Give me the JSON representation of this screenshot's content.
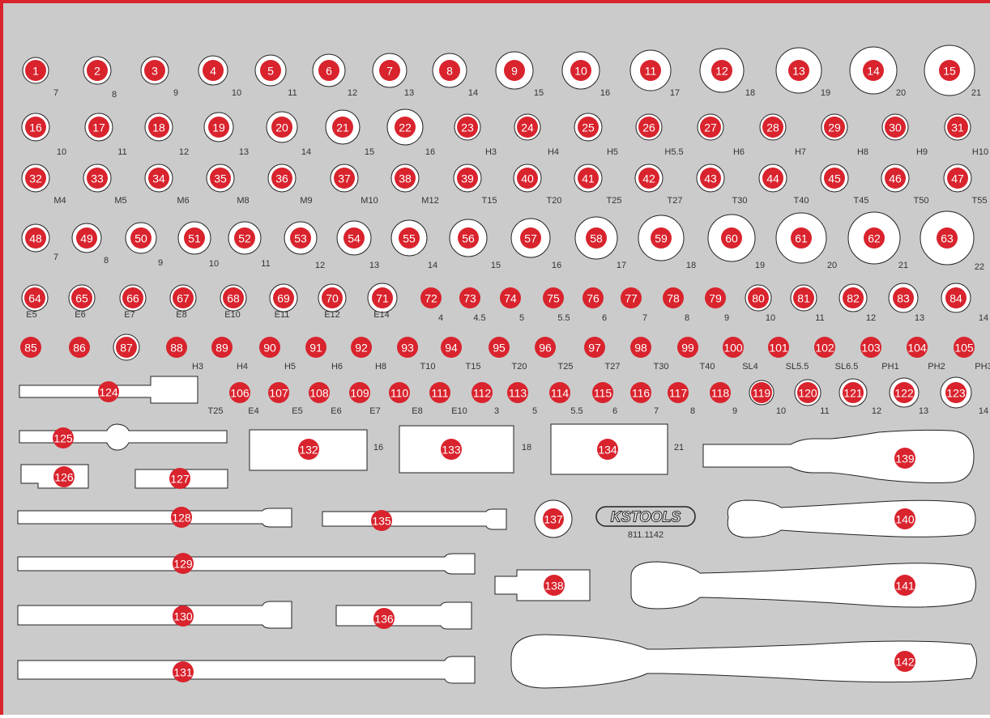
{
  "colors": {
    "tray": "#cbcbcb",
    "accent": "#d9232d",
    "cutout": "#ffffff"
  },
  "brand": {
    "logo_text": "KSTOOLS",
    "article_number": "811.1142"
  },
  "sockets": [
    {
      "n": "1",
      "size": "7"
    },
    {
      "n": "2",
      "size": "8"
    },
    {
      "n": "3",
      "size": "9"
    },
    {
      "n": "4",
      "size": "10"
    },
    {
      "n": "5",
      "size": "11"
    },
    {
      "n": "6",
      "size": "12"
    },
    {
      "n": "7",
      "size": "13"
    },
    {
      "n": "8",
      "size": "14"
    },
    {
      "n": "9",
      "size": "15"
    },
    {
      "n": "10",
      "size": "16"
    },
    {
      "n": "11",
      "size": "17"
    },
    {
      "n": "12",
      "size": "18"
    },
    {
      "n": "13",
      "size": "19"
    },
    {
      "n": "14",
      "size": "20"
    },
    {
      "n": "15",
      "size": "21"
    },
    {
      "n": "16",
      "size": "10"
    },
    {
      "n": "17",
      "size": "11"
    },
    {
      "n": "18",
      "size": "12"
    },
    {
      "n": "19",
      "size": "13"
    },
    {
      "n": "20",
      "size": "14"
    },
    {
      "n": "21",
      "size": "15"
    },
    {
      "n": "22",
      "size": "16"
    },
    {
      "n": "23",
      "size": "H3"
    },
    {
      "n": "24",
      "size": "H4"
    },
    {
      "n": "25",
      "size": "H5"
    },
    {
      "n": "26",
      "size": "H5.5"
    },
    {
      "n": "27",
      "size": "H6"
    },
    {
      "n": "28",
      "size": "H7"
    },
    {
      "n": "29",
      "size": "H8"
    },
    {
      "n": "30",
      "size": "H9"
    },
    {
      "n": "31",
      "size": "H10"
    },
    {
      "n": "32",
      "size": "M4"
    },
    {
      "n": "33",
      "size": "M5"
    },
    {
      "n": "34",
      "size": "M6"
    },
    {
      "n": "35",
      "size": "M8"
    },
    {
      "n": "36",
      "size": "M9"
    },
    {
      "n": "37",
      "size": "M10"
    },
    {
      "n": "38",
      "size": "M12"
    },
    {
      "n": "39",
      "size": "T15"
    },
    {
      "n": "40",
      "size": "T20"
    },
    {
      "n": "41",
      "size": "T25"
    },
    {
      "n": "42",
      "size": "T27"
    },
    {
      "n": "43",
      "size": "T30"
    },
    {
      "n": "44",
      "size": "T40"
    },
    {
      "n": "45",
      "size": "T45"
    },
    {
      "n": "46",
      "size": "T50"
    },
    {
      "n": "47",
      "size": "T55"
    },
    {
      "n": "48",
      "size": "7"
    },
    {
      "n": "49",
      "size": "8"
    },
    {
      "n": "50",
      "size": "9"
    },
    {
      "n": "51",
      "size": "10"
    },
    {
      "n": "52",
      "size": "11"
    },
    {
      "n": "53",
      "size": "12"
    },
    {
      "n": "54",
      "size": "13"
    },
    {
      "n": "55",
      "size": "14"
    },
    {
      "n": "56",
      "size": "15"
    },
    {
      "n": "57",
      "size": "16"
    },
    {
      "n": "58",
      "size": "17"
    },
    {
      "n": "59",
      "size": "18"
    },
    {
      "n": "60",
      "size": "19"
    },
    {
      "n": "61",
      "size": "20"
    },
    {
      "n": "62",
      "size": "21"
    },
    {
      "n": "63",
      "size": "22"
    },
    {
      "n": "64",
      "size": "E5"
    },
    {
      "n": "65",
      "size": "E6"
    },
    {
      "n": "66",
      "size": "E7"
    },
    {
      "n": "67",
      "size": "E8"
    },
    {
      "n": "68",
      "size": "E10"
    },
    {
      "n": "69",
      "size": "E11"
    },
    {
      "n": "70",
      "size": "E12"
    },
    {
      "n": "71",
      "size": "E14"
    },
    {
      "n": "72",
      "size": "4"
    },
    {
      "n": "73",
      "size": "4.5"
    },
    {
      "n": "74",
      "size": "5"
    },
    {
      "n": "75",
      "size": "5.5"
    },
    {
      "n": "76",
      "size": "6"
    },
    {
      "n": "77",
      "size": "7"
    },
    {
      "n": "78",
      "size": "8"
    },
    {
      "n": "79",
      "size": "9"
    },
    {
      "n": "80",
      "size": "10"
    },
    {
      "n": "81",
      "size": "11"
    },
    {
      "n": "82",
      "size": "12"
    },
    {
      "n": "83",
      "size": "13"
    },
    {
      "n": "84",
      "size": "14"
    },
    {
      "n": "85",
      "size": ""
    },
    {
      "n": "86",
      "size": ""
    },
    {
      "n": "87",
      "size": ""
    },
    {
      "n": "88",
      "size": "H3"
    },
    {
      "n": "89",
      "size": "H4"
    },
    {
      "n": "90",
      "size": "H5"
    },
    {
      "n": "91",
      "size": "H6"
    },
    {
      "n": "92",
      "size": "H8"
    },
    {
      "n": "93",
      "size": "T10"
    },
    {
      "n": "94",
      "size": "T15"
    },
    {
      "n": "95",
      "size": "T20"
    },
    {
      "n": "96",
      "size": "T25"
    },
    {
      "n": "97",
      "size": "T27"
    },
    {
      "n": "98",
      "size": "T30"
    },
    {
      "n": "99",
      "size": "T40"
    },
    {
      "n": "100",
      "size": "SL4"
    },
    {
      "n": "101",
      "size": "SL5.5"
    },
    {
      "n": "102",
      "size": "SL6.5"
    },
    {
      "n": "103",
      "size": "PH1"
    },
    {
      "n": "104",
      "size": "PH2"
    },
    {
      "n": "105",
      "size": "PH3"
    },
    {
      "n": "106",
      "size": "E4"
    },
    {
      "n": "107",
      "size": "E5"
    },
    {
      "n": "108",
      "size": "E6"
    },
    {
      "n": "109",
      "size": "E7"
    },
    {
      "n": "110",
      "size": "E8"
    },
    {
      "n": "111",
      "size": "E10"
    },
    {
      "n": "112",
      "size": "3"
    },
    {
      "n": "113",
      "size": "5"
    },
    {
      "n": "114",
      "size": "5.5"
    },
    {
      "n": "115",
      "size": "6"
    },
    {
      "n": "116",
      "size": "7"
    },
    {
      "n": "117",
      "size": "8"
    },
    {
      "n": "118",
      "size": "9"
    },
    {
      "n": "119",
      "size": "10"
    },
    {
      "n": "120",
      "size": "11"
    },
    {
      "n": "121",
      "size": "12"
    },
    {
      "n": "122",
      "size": "13"
    },
    {
      "n": "123",
      "size": "14"
    }
  ],
  "extra_size_labels": [
    {
      "text": "T25"
    }
  ],
  "tools": [
    {
      "n": "124",
      "size": ""
    },
    {
      "n": "125",
      "size": ""
    },
    {
      "n": "126",
      "size": ""
    },
    {
      "n": "127",
      "size": ""
    },
    {
      "n": "128",
      "size": ""
    },
    {
      "n": "129",
      "size": ""
    },
    {
      "n": "130",
      "size": ""
    },
    {
      "n": "131",
      "size": ""
    },
    {
      "n": "132",
      "size": "16"
    },
    {
      "n": "133",
      "size": "18"
    },
    {
      "n": "134",
      "size": "21"
    },
    {
      "n": "135",
      "size": ""
    },
    {
      "n": "136",
      "size": ""
    },
    {
      "n": "137",
      "size": ""
    },
    {
      "n": "138",
      "size": ""
    },
    {
      "n": "139",
      "size": ""
    },
    {
      "n": "140",
      "size": ""
    },
    {
      "n": "141",
      "size": ""
    },
    {
      "n": "142",
      "size": ""
    }
  ]
}
